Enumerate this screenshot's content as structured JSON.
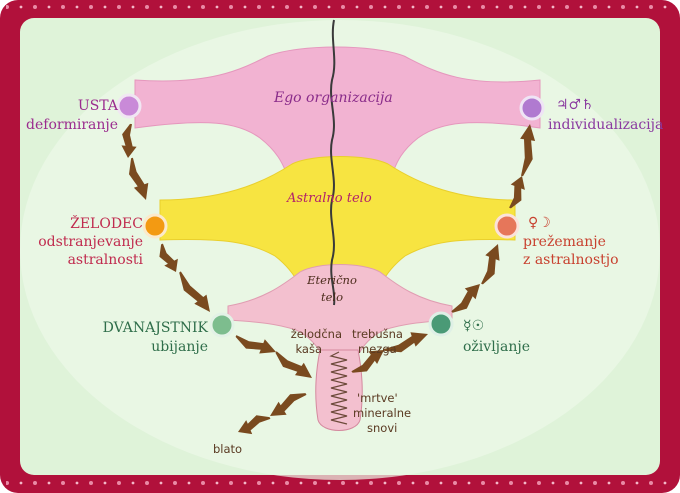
{
  "colors": {
    "border": "#b1113b",
    "panel": "#dff3d9",
    "ego_band": "#f2b3d2",
    "astral_band": "#f7e441",
    "eteric_band": "#f3c0cf",
    "arrow": "#7a4a1f",
    "node_usta": "#c98ad8",
    "node_zelodec": "#f39a12",
    "node_dvanajstnik": "#7dbd8e",
    "node_right_bottom": "#4a9a76",
    "node_right_mid": "#e6765a",
    "node_right_top": "#b07ad0"
  },
  "bands": {
    "ego": "Ego organizacija",
    "astral": "Astralno telo",
    "eteric_1": "Eterično",
    "eteric_2": "telo"
  },
  "left": {
    "usta_title": "USTA",
    "usta_sub": "deformiranje",
    "zelodec_title": "ŽELODEC",
    "zelodec_sub1": "odstranjevanje",
    "zelodec_sub2": "astralnosti",
    "dvanajstnik_title": "DVANAJSTNIK",
    "dvanajstnik_sub": "ubijanje"
  },
  "right": {
    "top_symbols": "♃♂♄",
    "top_sub": "individualizacija",
    "mid_symbols": "♀☽",
    "mid_sub1": "prežemanje",
    "mid_sub2": "z astralnostjo",
    "bottom_symbols": "☿☉",
    "bottom_sub": "oživljanje"
  },
  "center": {
    "zelodcna": "želodčna",
    "kasa": "kaša",
    "trebusna": "trebušna",
    "mezga": "mezga",
    "mrtve": "'mrtve'",
    "mineralne": "mineralne",
    "snovi": "snovi",
    "blato": "blato"
  }
}
